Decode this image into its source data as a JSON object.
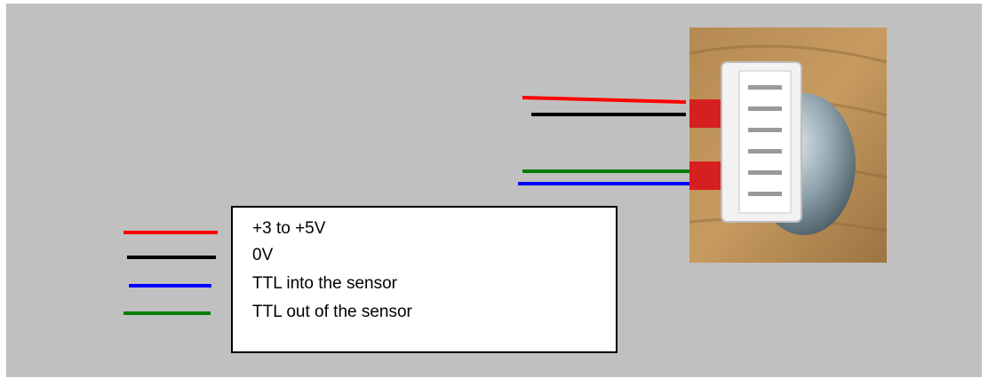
{
  "colors": {
    "background": "#c0c0c0",
    "red": "#ff0000",
    "black": "#000000",
    "blue": "#0000ff",
    "green": "#008000"
  },
  "legend": [
    {
      "label": "+3 to +5V",
      "color": "#ff0000"
    },
    {
      "label": "0V",
      "color": "#000000"
    },
    {
      "label": "TTL into the sensor",
      "color": "#0000ff"
    },
    {
      "label": "TTL out of the sensor",
      "color": "#008000"
    }
  ],
  "photo": {
    "subject": "sensor-connector-photo"
  }
}
